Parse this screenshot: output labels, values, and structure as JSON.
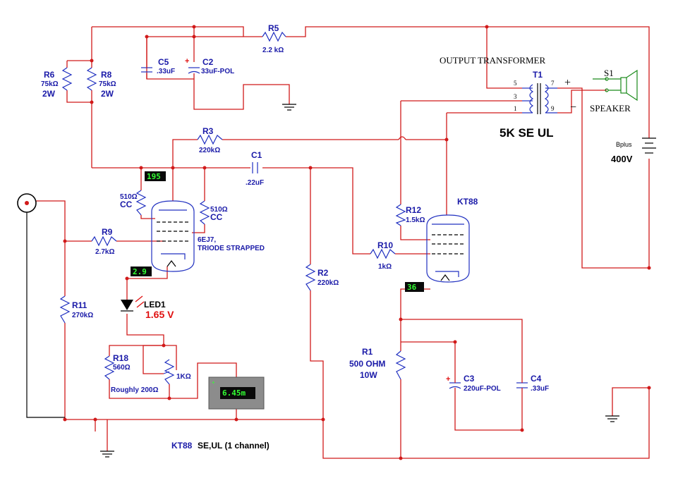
{
  "title": "KT88 SE,UL (1 channel)",
  "title_parts": {
    "kt88": "KT88",
    "rest": "SE,UL (1 channel)"
  },
  "transformer": {
    "header": "OUTPUT TRANSFORMER",
    "name": "T1",
    "subtitle": "5K SE UL",
    "pins": [
      "5",
      "3",
      "1",
      "7",
      "9"
    ],
    "plus": "+",
    "minus": "−"
  },
  "speaker": {
    "name": "S1",
    "label": "SPEAKER"
  },
  "supply": {
    "name": "Bplus",
    "voltage": "400V"
  },
  "tubes": {
    "driver": {
      "name": "6EJ7,",
      "mode": "TRIODE STRAPPED"
    },
    "output": {
      "name": "KT88"
    }
  },
  "components": {
    "r5": {
      "name": "R5",
      "value": "2.2 kΩ"
    },
    "r6": {
      "name": "R6",
      "value": "75kΩ",
      "power": "2W"
    },
    "r8": {
      "name": "R8",
      "value": "75kΩ",
      "power": "2W"
    },
    "c5": {
      "name": "C5",
      "value": ".33uF"
    },
    "c2": {
      "name": "C2",
      "value": "33uF-POL",
      "polarity": "+"
    },
    "r3": {
      "name": "R3",
      "value": "220kΩ"
    },
    "c1": {
      "name": "C1",
      "value": ".22uF"
    },
    "cc_left": {
      "value": "510Ω",
      "type": "CC"
    },
    "cc_right": {
      "value": "510Ω",
      "type": "CC"
    },
    "r9": {
      "name": "R9",
      "value": "2.7kΩ"
    },
    "r11": {
      "name": "R11",
      "value": "270kΩ"
    },
    "led1": {
      "name": "LED1",
      "value": "1.65 V"
    },
    "r18": {
      "name": "R18",
      "value": "560Ω"
    },
    "pot": {
      "value": "1KΩ",
      "note": "Roughly 200Ω"
    },
    "r2": {
      "name": "R2",
      "value": "220kΩ"
    },
    "r12": {
      "name": "R12",
      "value": "1.5kΩ"
    },
    "r10": {
      "name": "R10",
      "value": "1kΩ"
    },
    "r1": {
      "name": "R1",
      "value": "500 OHM",
      "power": "10W"
    },
    "c3": {
      "name": "C3",
      "value": "220uF-POL",
      "polarity": "+"
    },
    "c4": {
      "name": "C4",
      "value": ".33uF"
    }
  },
  "meters": {
    "plate_driver": "195",
    "cathode_driver": "2.9",
    "cathode_output": "36",
    "current": "6.45m"
  },
  "colors": {
    "wire": "#d11a1a",
    "component": "#2030c0",
    "label": "#1a1aa8",
    "meter_bg": "#0a0a0a",
    "meter_text": "#33ff33",
    "led_value": "#e01010",
    "speaker": "#1a8a1a"
  }
}
